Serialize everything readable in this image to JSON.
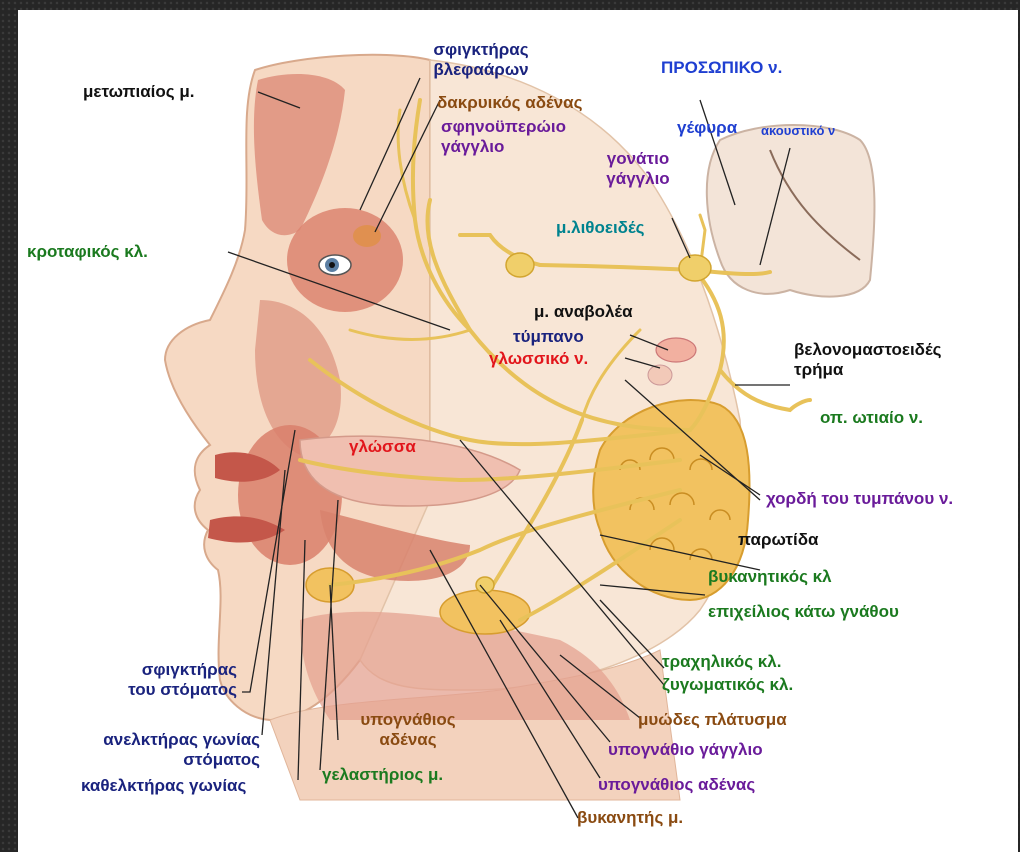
{
  "labels": {
    "metopiaios": "μετωπιαίος μ.",
    "sfigktiras_blef_1": "σφιγκτήρας",
    "sfigktiras_blef_2": "βλεφαάρων",
    "dakryikos": "δακρυικός αδένας",
    "sfinoyperoio_1": "σφηνοϋπερώιο",
    "sfinoyperoio_2": "γάγγλιο",
    "prosopiko": "ΠΡΟΣΩΠΙΚΟ ν.",
    "gefyra": "γέφυρα",
    "akoustiko": "ακουστικό ν",
    "gonatio_1": "γονάτιο",
    "gonatio_2": "γάγγλιο",
    "krotafikos": "κροταφικός κλ.",
    "lithoeides": "μ.λιθοειδές",
    "anavolea": "μ. αναβολέα",
    "tympano": "τύμπανο",
    "glossiko": "γλωσσικό ν.",
    "velonomastoeides_1": "βελονομαστοειδές",
    "velonomastoeides_2": "τρήμα",
    "optiaio": "οπ. ωτιαίο ν.",
    "glossa": "γλώσσα",
    "chordi": "χορδή του τυμπάνου ν.",
    "parotida": "παρωτίδα",
    "vykanitikos": "βυκανητικός κλ",
    "epicheilios": "επιχείλιος κάτω γνάθου",
    "trachilikos": "τραχηλικός κλ.",
    "zygomatikos": "ζυγωματικός κλ.",
    "myodes": "μυώδες πλάτυσμα",
    "ypognathio_gangl": "υπογνάθιο γάγγλιο",
    "ypognathios_aden_r": "υπογνάθιος αδένας",
    "vykanitis": "βυκανητής μ.",
    "sfigktiras_stom_1": "σφιγκτήρας",
    "sfigktiras_stom_2": "του στόματος",
    "anelktiras_1": "ανελκτήρας γωνίας",
    "anelktiras_2": "στόματος",
    "kathelktiras": "καθελκτήρας γωνίας",
    "ypognathios_aden_l1": "υπογνάθιος",
    "ypognathios_aden_l2": "αδένας",
    "gelastirios": "γελαστήριος μ."
  },
  "colors": {
    "black": "#111111",
    "navy": "#1a237e",
    "green": "#1b7a1f",
    "purple": "#6a1b9a",
    "brown": "#8a4b12",
    "teal": "#00838f",
    "blue": "#1f3fd1",
    "red": "#e2151b",
    "skin": "#f6d9c3",
    "muscle": "#d9816e",
    "nerve": "#e8c25a",
    "gland": "#f2c260"
  }
}
